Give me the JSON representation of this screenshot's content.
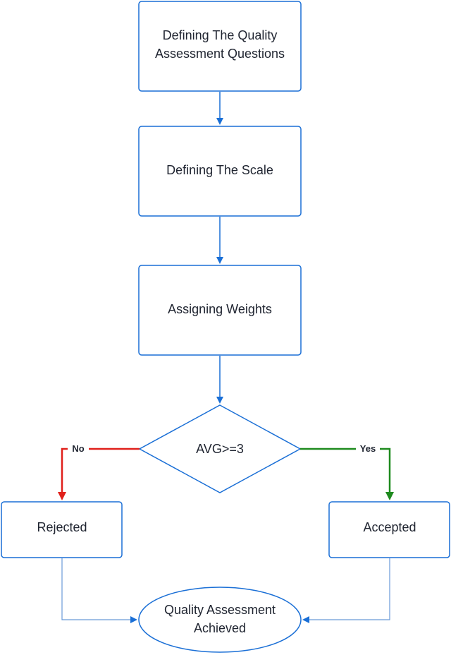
{
  "nodes": {
    "define_questions": {
      "line1": "Defining The Quality",
      "line2": "Assessment Questions"
    },
    "define_scale": {
      "label": "Defining The Scale"
    },
    "assign_weights": {
      "label": "Assigning Weights"
    },
    "decision": {
      "label": "AVG>=3"
    },
    "rejected": {
      "label": "Rejected"
    },
    "accepted": {
      "label": "Accepted"
    },
    "achieved": {
      "line1": "Quality Assessment",
      "line2": "Achieved"
    }
  },
  "edges": {
    "no_label": "No",
    "yes_label": "Yes"
  },
  "colors": {
    "node_border": "#1a6fd6",
    "flow_arrow": "#1a6fd6",
    "no_branch": "#e0201b",
    "yes_branch": "#1e8a1e",
    "return_line": "#6a9ad8"
  }
}
